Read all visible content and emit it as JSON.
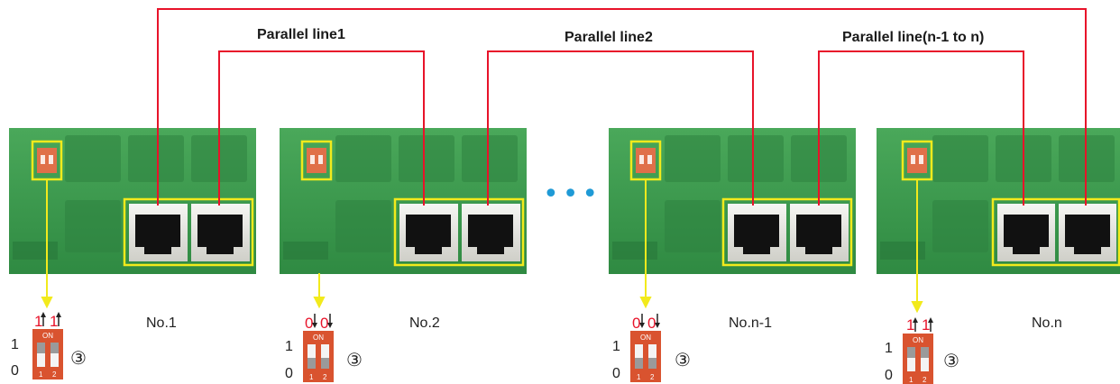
{
  "lines": [
    "Parallel line1",
    "Parallel line2",
    "Parallel line(n-1 to n)"
  ],
  "ellipsis": "•••",
  "units": [
    {
      "name": "No.1",
      "bits": [
        "1",
        "1"
      ],
      "axis_top": "1",
      "axis_bottom": "0",
      "on": "ON",
      "pins": [
        "1",
        "2"
      ],
      "marker": "③"
    },
    {
      "name": "No.2",
      "bits": [
        "0",
        "0"
      ],
      "axis_top": "1",
      "axis_bottom": "0",
      "on": "ON",
      "pins": [
        "1",
        "2"
      ],
      "marker": "③"
    },
    {
      "name": "No.n-1",
      "bits": [
        "0",
        "0"
      ],
      "axis_top": "1",
      "axis_bottom": "0",
      "on": "ON",
      "pins": [
        "1",
        "2"
      ],
      "marker": "③"
    },
    {
      "name": "No.n",
      "bits": [
        "1",
        "1"
      ],
      "axis_top": "1",
      "axis_bottom": "0",
      "on": "ON",
      "pins": [
        "1",
        "2"
      ],
      "marker": "③"
    }
  ],
  "colors": {
    "line": "#e8132a",
    "highlight": "#f2ea1c",
    "board": "#3f9a4e",
    "ellipsis": "#1f9ad6",
    "switch_body": "#d9532f"
  }
}
